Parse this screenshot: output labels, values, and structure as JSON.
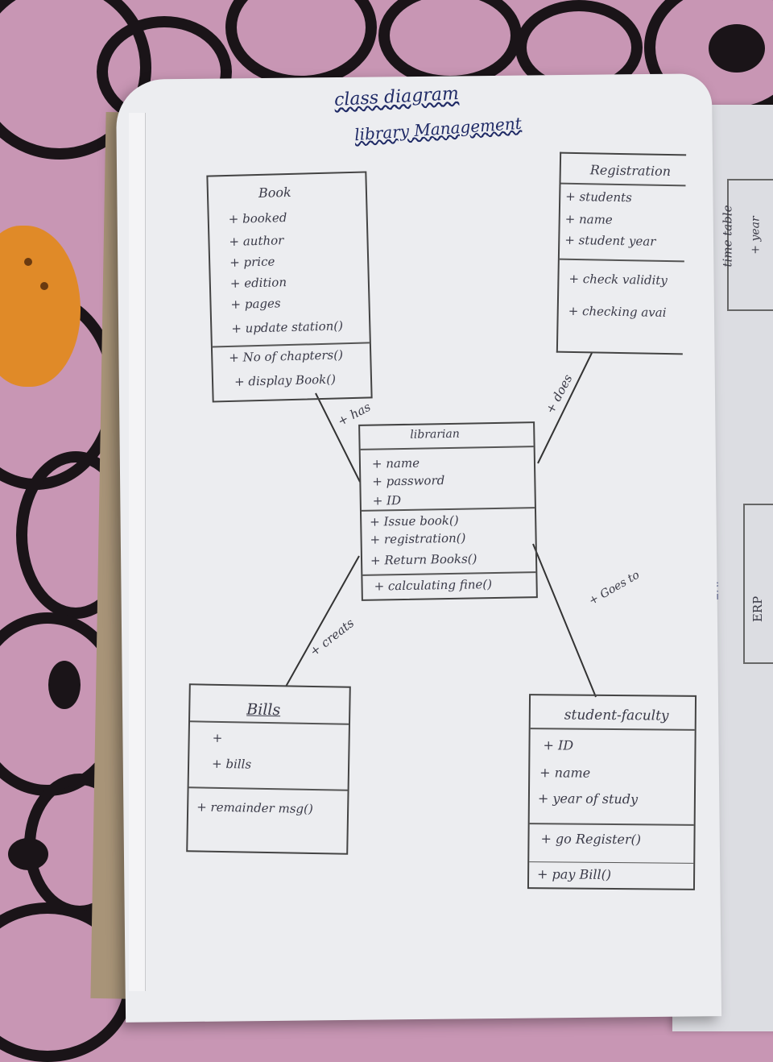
{
  "heading": {
    "title": "class diagram",
    "subtitle": "library Management"
  },
  "classes": {
    "book": {
      "name": "Book",
      "attributes": [
        "+ booked",
        "+ author",
        "+ price",
        "+ edition",
        "+ pages",
        "+ update station()"
      ],
      "methods": [
        "+ No of chapters()",
        "+ display Book()"
      ]
    },
    "registration": {
      "name": "Registration",
      "attributes": [
        "+ students",
        "+ name",
        "+ student year"
      ],
      "methods": [
        "+ check validity",
        "+ checking avai"
      ]
    },
    "librarian": {
      "name": "librarian",
      "attributes": [
        "+ name",
        "+ password",
        "+ ID"
      ],
      "methods": [
        "+ Issue book()",
        "+ registration()",
        "+ Return Books()"
      ],
      "extra": [
        "+ calculating fine()"
      ]
    },
    "bills": {
      "name": "Bills",
      "attributes": [
        "+",
        "+ bills"
      ],
      "methods": [
        "+ remainder msg()"
      ]
    },
    "student_faculty": {
      "name": "student-faculty",
      "attributes": [
        "+ ID",
        "+ name",
        "+ year of study"
      ],
      "methods": [
        "+ go Register()",
        "+ pay Bill()"
      ]
    }
  },
  "relations": {
    "has": "+ has",
    "does": "+ does",
    "creates": "+ creats",
    "goes_to": "+ Goes to"
  },
  "right_page": {
    "time_table": "time table",
    "time_table_sub": "+ year",
    "erp_left": "ERP",
    "erp_box": "ERP"
  }
}
